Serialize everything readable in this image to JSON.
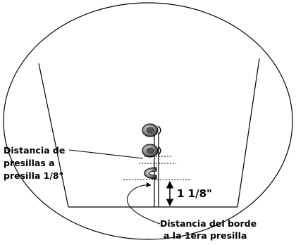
{
  "labels": {
    "presilla_gap": [
      "Distancia de",
      "presillas a",
      "presilla  1/8\""
    ],
    "edge_distance": [
      "Distancia del borde",
      "a la 1era  presilla"
    ],
    "dimension": "1 1/8\""
  },
  "colors": {
    "line": "#000000",
    "button_dark": "#2e2e2e",
    "button_mid": "#8a8a8a",
    "button_light": "#d8d8d8"
  }
}
